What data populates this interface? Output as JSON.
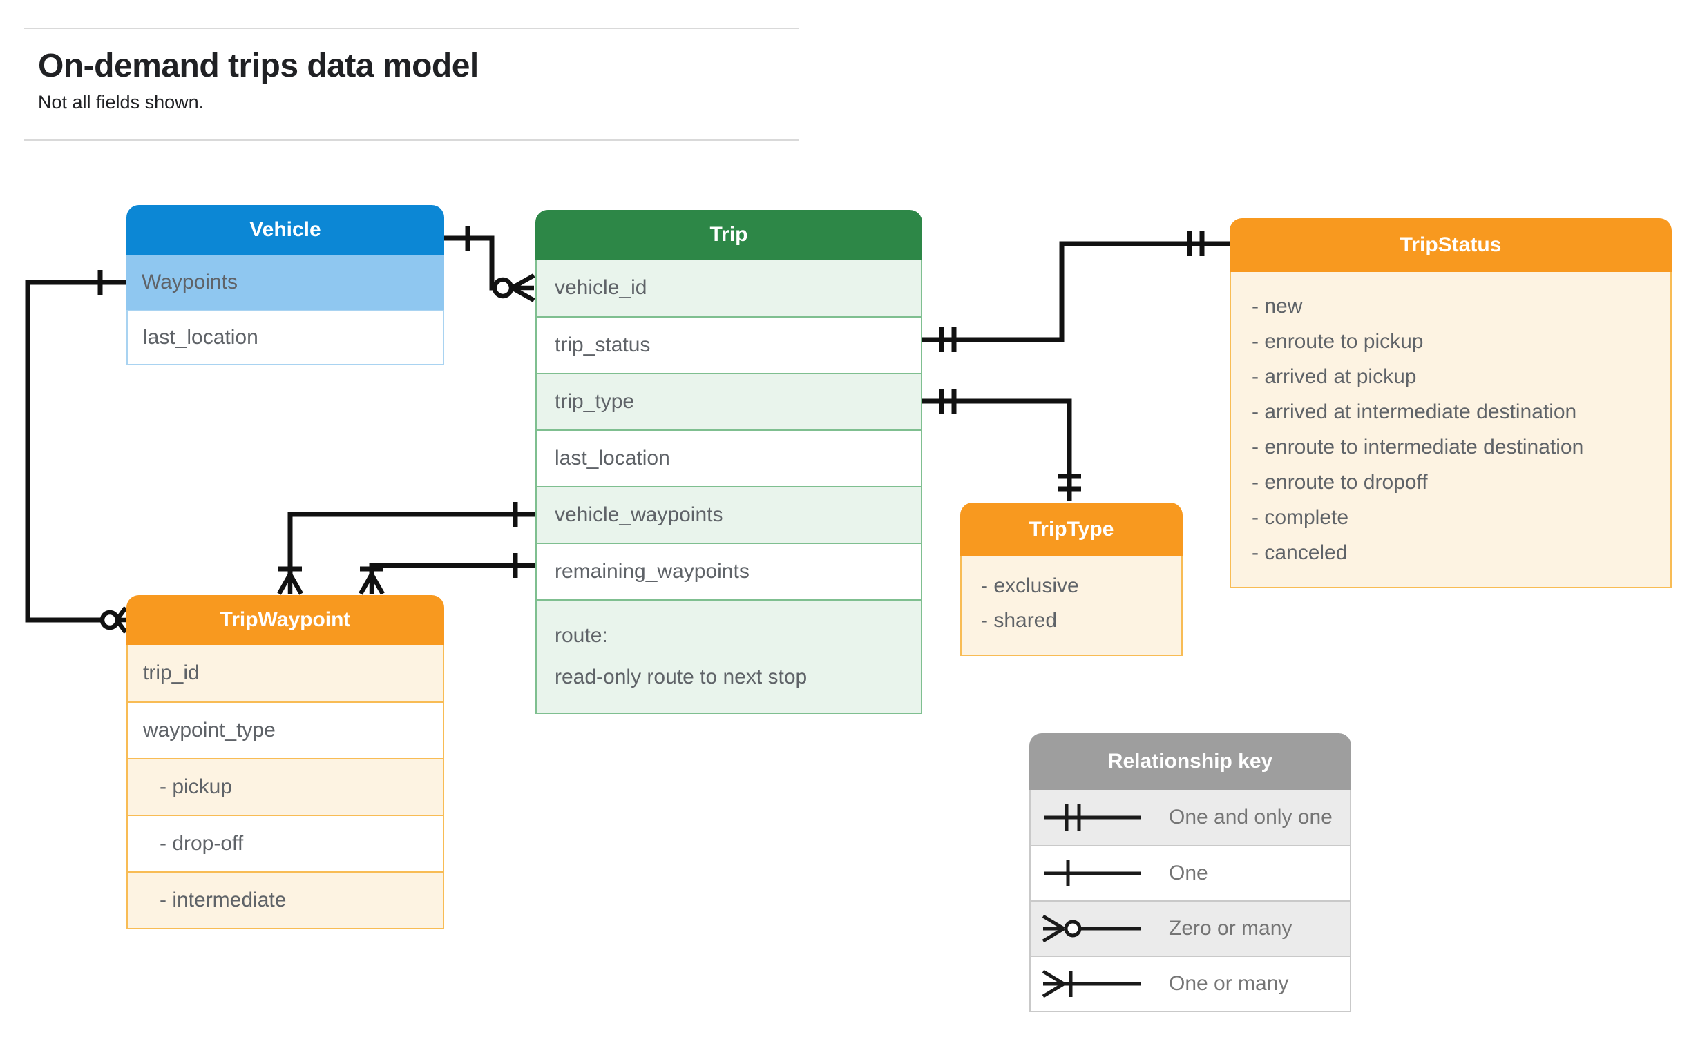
{
  "header": {
    "title": "On-demand trips data model",
    "subtitle": "Not all fields shown."
  },
  "entities": {
    "vehicle": {
      "title": "Vehicle",
      "fields": [
        "Waypoints",
        "last_location"
      ],
      "highlighted_field": "Waypoints"
    },
    "trip": {
      "title": "Trip",
      "fields": [
        "vehicle_id",
        "trip_status",
        "trip_type",
        "last_location",
        "vehicle_waypoints",
        "remaining_waypoints"
      ],
      "route": {
        "label": "route:",
        "description": "read-only route to next stop"
      }
    },
    "trip_status": {
      "title": "TripStatus",
      "values": [
        "- new",
        "- enroute to pickup",
        "- arrived at pickup",
        "- arrived at intermediate destination",
        "- enroute to intermediate destination",
        "- enroute to dropoff",
        "- complete",
        "- canceled"
      ]
    },
    "trip_type": {
      "title": "TripType",
      "values": [
        "- exclusive",
        "- shared"
      ]
    },
    "trip_waypoint": {
      "title": "TripWaypoint",
      "fields": [
        "trip_id",
        "waypoint_type"
      ],
      "waypoint_type_values": [
        "- pickup",
        "- drop-off",
        "- intermediate"
      ]
    }
  },
  "relationships": [
    {
      "entity_a": "Vehicle",
      "entity_b": "Trip.vehicle_id",
      "marker_at_a": "one",
      "marker_at_b": "zero-or-many"
    },
    {
      "entity_a": "Trip.trip_status",
      "entity_b": "TripStatus",
      "marker_at_a": "one-and-only-one",
      "marker_at_b": "one-and-only-one"
    },
    {
      "entity_a": "Trip.trip_type",
      "entity_b": "TripType",
      "marker_at_a": "one-and-only-one",
      "marker_at_b": "one-and-only-one"
    },
    {
      "entity_a": "Trip.vehicle_waypoints",
      "entity_b": "TripWaypoint",
      "marker_at_a": "one",
      "marker_at_b": "one-or-many"
    },
    {
      "entity_a": "Trip.remaining_waypoints",
      "entity_b": "TripWaypoint",
      "marker_at_a": "one",
      "marker_at_b": "one-or-many"
    },
    {
      "entity_a": "Vehicle.Waypoints",
      "entity_b": "TripWaypoint",
      "marker_at_a": "one",
      "marker_at_b": "zero-or-many"
    }
  ],
  "legend": {
    "title": "Relationship key",
    "rows": [
      {
        "symbol": "one-and-only-one",
        "label": "One and only one"
      },
      {
        "symbol": "one",
        "label": "One"
      },
      {
        "symbol": "zero-or-many",
        "label": "Zero or many"
      },
      {
        "symbol": "one-or-many",
        "label": "One or many"
      }
    ]
  },
  "colors": {
    "vehicle_header": "#0c87d5",
    "vehicle_field_highlight": "#8fc7f0",
    "vehicle_border": "#a9d3f1",
    "trip_header": "#2d8747",
    "trip_row_tint": "#e9f4ec",
    "trip_border": "#7fbf90",
    "orange_header": "#f8991f",
    "orange_tint": "#fdf3e2",
    "orange_border": "#f8bc55",
    "legend_header": "#9e9e9e",
    "legend_row_tint": "#ebebeb",
    "legend_border": "#c9c9c9",
    "field_text": "#5f6368",
    "legend_text": "#757575",
    "title_text": "#202124",
    "connector": "#111111"
  }
}
